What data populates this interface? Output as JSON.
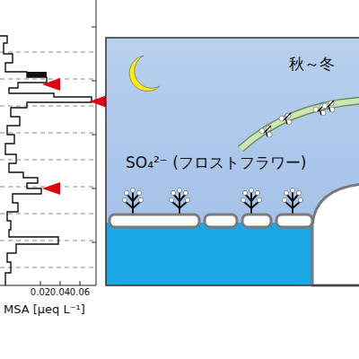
{
  "diagram": {
    "labels": [
      "秋～冬",
      "SO₄²⁻ (フロストフラワー)",
      "0.02",
      "0.04",
      "0.06",
      "MSA [μeq L⁻¹]"
    ]
  }
}
